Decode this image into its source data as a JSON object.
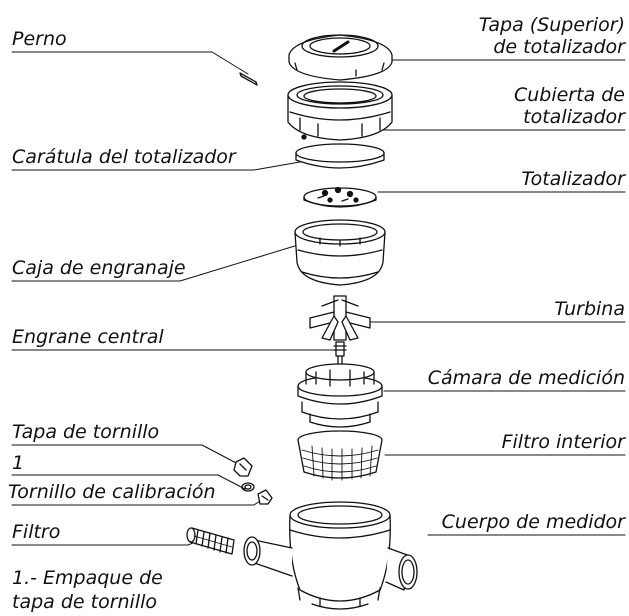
{
  "labels": {
    "perno": "Perno",
    "tapa_sup_1": "Tapa (Superior)",
    "tapa_sup_2": "de totalizador",
    "cubierta_1": "Cubierta de",
    "cubierta_2": "totalizador",
    "caratula": "Carátula del totalizador",
    "totalizador": "Totalizador",
    "caja": "Caja de engranaje",
    "turbina": "Turbina",
    "engrane": "Engrane central",
    "camara": "Cámara de medición",
    "tapa_tornillo": "Tapa de tornillo",
    "uno": "1",
    "filtro_interior": "Filtro interior",
    "tornillo_cal": "Tornillo de calibración",
    "cuerpo": "Cuerpo de medidor",
    "filtro": "Filtro",
    "empaque_1": "1.- Empaque de",
    "empaque_2": "tapa de tornillo"
  }
}
